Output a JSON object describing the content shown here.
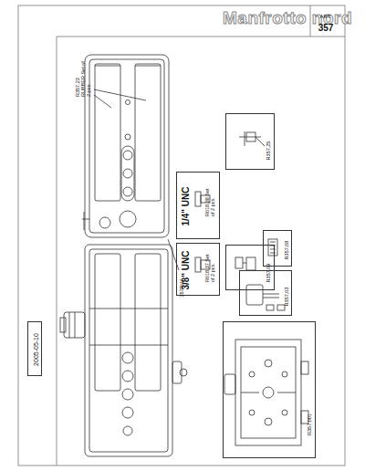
{
  "diagram": {
    "title": "Manfrotto nord",
    "nodes": [
      {
        "text": [
          "2005-05-10"
        ]
      },
      {
        "text": [
          "1/4\" UNC",
          "R018,38 Set of 2 pcs."
        ]
      },
      {
        "text": [
          "3/8\" UNC",
          "R018,37 Set of 2 pcs."
        ]
      },
      {
        "text": [
          "R357,25"
        ]
      },
      {
        "text": [
          "R357,09"
        ]
      },
      {
        "text": [
          "R357,08"
        ]
      },
      {
        "text": [
          "R357,03"
        ]
      },
      {
        "text": [
          "R357,001"
        ]
      }
    ],
    "labels": [
      "ART.",
      "357",
      "R357,23 RUBBER Set of 2 pcs.",
      "357PLV"
    ]
  }
}
